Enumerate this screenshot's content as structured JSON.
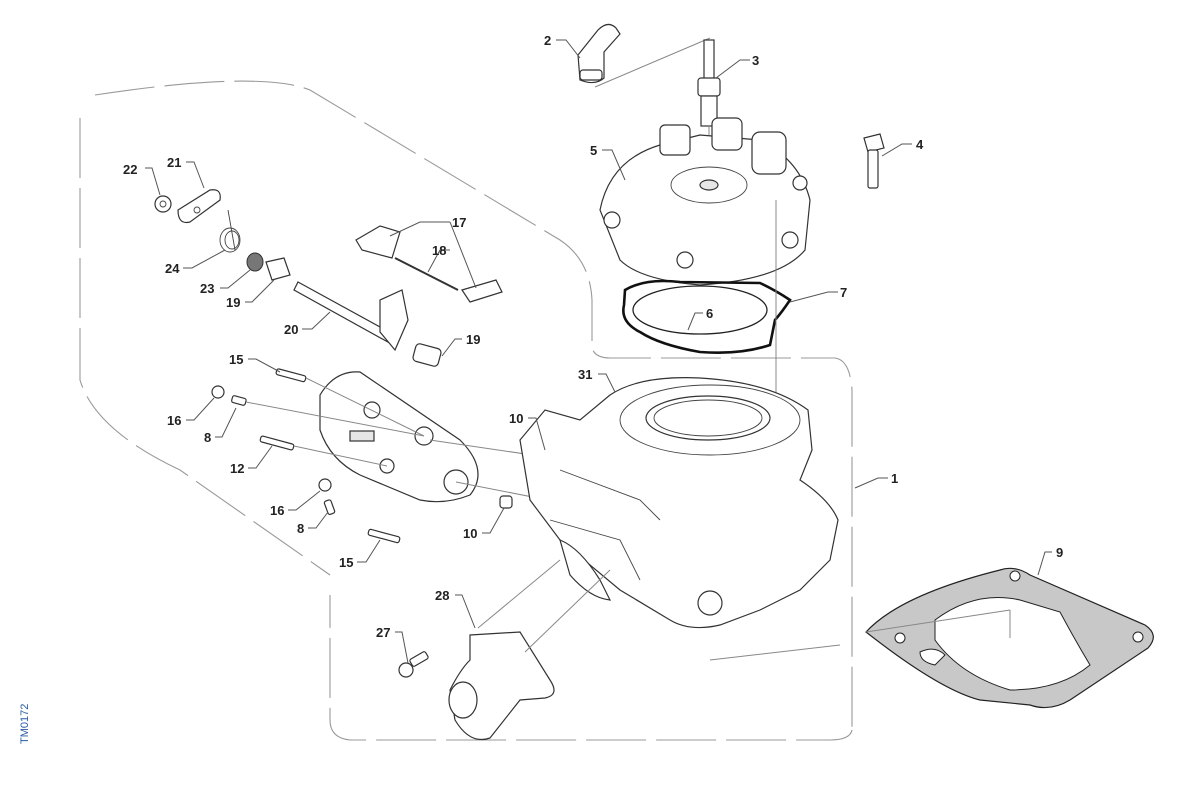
{
  "diagram": {
    "code": "TM0172",
    "colors": {
      "line": "#333333",
      "gasket_fill": "#c8c8c8",
      "code_text": "#2a5aa0"
    },
    "callouts": [
      {
        "id": "c2",
        "label": "2",
        "part": "spark-plug-cap"
      },
      {
        "id": "c3",
        "label": "3",
        "part": "spark-plug"
      },
      {
        "id": "c4",
        "label": "4",
        "part": "head-bolt"
      },
      {
        "id": "c5",
        "label": "5",
        "part": "cylinder-head"
      },
      {
        "id": "c7",
        "label": "7",
        "part": "outer-o-ring"
      },
      {
        "id": "c6",
        "label": "6",
        "part": "inner-o-ring"
      },
      {
        "id": "c22",
        "label": "22",
        "part": "nut"
      },
      {
        "id": "c21",
        "label": "21",
        "part": "lever"
      },
      {
        "id": "c24",
        "label": "24",
        "part": "spring"
      },
      {
        "id": "c23",
        "label": "23",
        "part": "seal"
      },
      {
        "id": "c19a",
        "label": "19",
        "part": "bushing-left"
      },
      {
        "id": "c17",
        "label": "17",
        "part": "valve-blades"
      },
      {
        "id": "c18",
        "label": "18",
        "part": "pin"
      },
      {
        "id": "c20",
        "label": "20",
        "part": "valve-shaft"
      },
      {
        "id": "c19b",
        "label": "19",
        "part": "bushing-right"
      },
      {
        "id": "c15a",
        "label": "15",
        "part": "screw-top"
      },
      {
        "id": "c16a",
        "label": "16",
        "part": "washer-upper"
      },
      {
        "id": "c8a",
        "label": "8",
        "part": "grub-screw-upper"
      },
      {
        "id": "c12",
        "label": "12",
        "part": "screw-long"
      },
      {
        "id": "c16b",
        "label": "16",
        "part": "washer-lower"
      },
      {
        "id": "c8b",
        "label": "8",
        "part": "grub-screw-lower"
      },
      {
        "id": "c15b",
        "label": "15",
        "part": "screw-bottom"
      },
      {
        "id": "c10a",
        "label": "10",
        "part": "dowel-upper"
      },
      {
        "id": "c10b",
        "label": "10",
        "part": "dowel-lower"
      },
      {
        "id": "c31",
        "label": "31",
        "part": "cylinder"
      },
      {
        "id": "c1",
        "label": "1",
        "part": "cylinder-assembly"
      },
      {
        "id": "c9",
        "label": "9",
        "part": "base-gasket"
      },
      {
        "id": "c28",
        "label": "28",
        "part": "intake-flange"
      },
      {
        "id": "c27",
        "label": "27",
        "part": "flange-screw"
      }
    ]
  }
}
